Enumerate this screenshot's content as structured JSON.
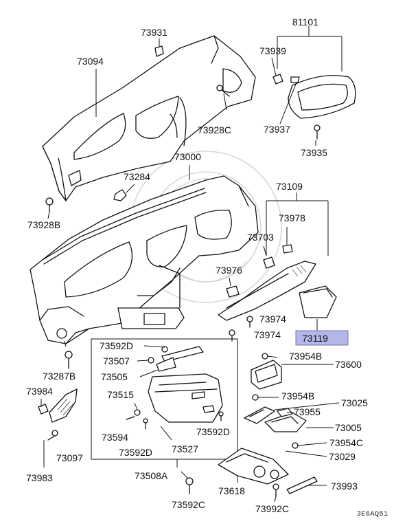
{
  "labels": {
    "p81101": "81101",
    "p73931": "73931",
    "p73094": "73094",
    "p73939": "73939",
    "p73928C": "73928C",
    "p73937": "73937",
    "p73935": "73935",
    "p73000": "73000",
    "p73284": "73284",
    "p73928B": "73928B",
    "p73109": "73109",
    "p73978": "73978",
    "p73703": "73703",
    "p73976": "73976",
    "p73974a": "73974",
    "p73974b": "73974",
    "p73119": "73119",
    "p73287B": "73287B",
    "p73592D_a": "73592D",
    "p73507": "73507",
    "p73505": "73505",
    "p73515": "73515",
    "p73594": "73594",
    "p73592D_b": "73592D",
    "p73592D_c": "73592D",
    "p73527": "73527",
    "p73508A": "73508A",
    "p73592C": "73592C",
    "p73984": "73984",
    "p73097": "73097",
    "p73983": "73983",
    "p73954B_a": "73954B",
    "p73600": "73600",
    "p73954B_b": "73954B",
    "p73025": "73025",
    "p73955": "73955",
    "p73005": "73005",
    "p73954C": "73954C",
    "p73029": "73029",
    "p73618": "73618",
    "p73992C": "73992C",
    "p73993": "73993",
    "code": "3E6AQ51"
  },
  "highlight_color": "#b3b8e8"
}
